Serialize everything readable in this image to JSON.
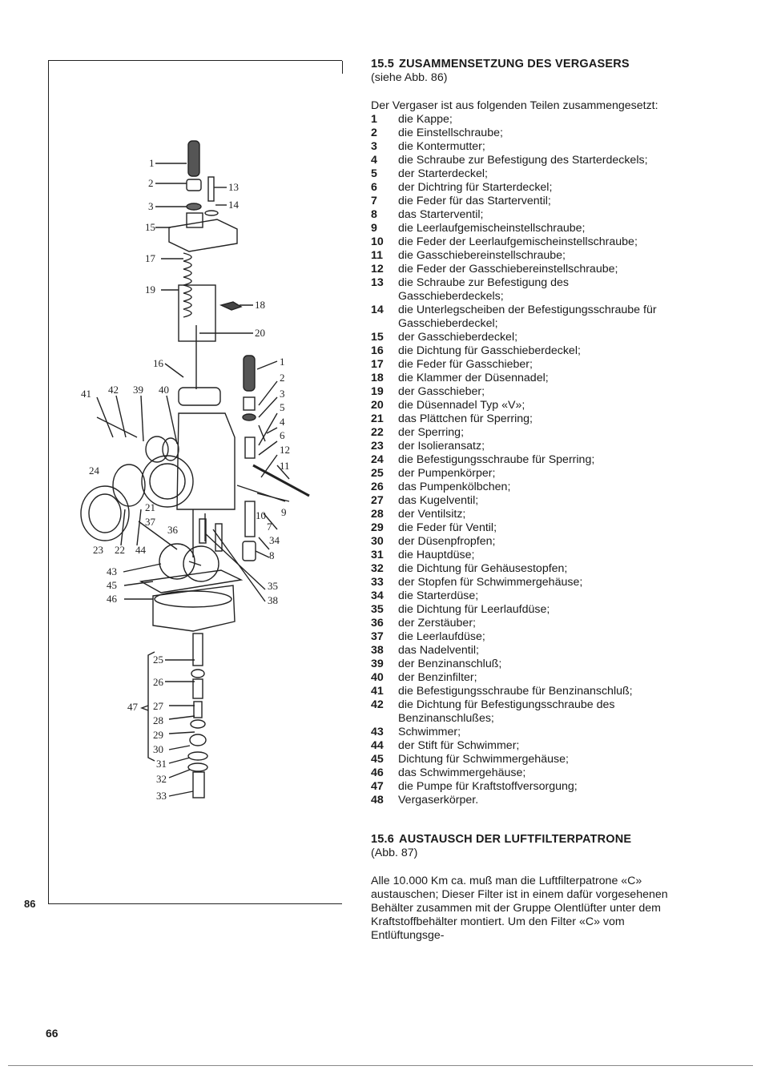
{
  "figure": {
    "number": "86",
    "labels": [
      "1",
      "2",
      "3",
      "15",
      "17",
      "19",
      "13",
      "14",
      "18",
      "20",
      "16",
      "41",
      "42",
      "39",
      "40",
      "24",
      "21",
      "37",
      "36",
      "23",
      "22",
      "44",
      "43",
      "45",
      "46",
      "1",
      "2",
      "3",
      "5",
      "4",
      "6",
      "12",
      "11",
      "10",
      "9",
      "7",
      "34",
      "8",
      "35",
      "38",
      "25",
      "26",
      "27",
      "28",
      "29",
      "30",
      "31",
      "32",
      "33",
      "47"
    ]
  },
  "page_number": "66",
  "section1": {
    "number": "15.5",
    "title": "ZUSAMMENSETZUNG DES VERGASERS",
    "subref": "(siehe Abb. 86)",
    "intro": "Der Vergaser ist aus folgenden Teilen zusammengesetzt:",
    "parts": [
      {
        "n": "1",
        "t": "die Kappe;"
      },
      {
        "n": "2",
        "t": "die Einstellschraube;"
      },
      {
        "n": "3",
        "t": "die Kontermutter;"
      },
      {
        "n": "4",
        "t": "die Schraube zur Befestigung des Starterdeckels;"
      },
      {
        "n": "5",
        "t": "der Starterdeckel;"
      },
      {
        "n": "6",
        "t": "der Dichtring für Starterdeckel;"
      },
      {
        "n": "7",
        "t": "die Feder für das Starterventil;"
      },
      {
        "n": "8",
        "t": "das Starterventil;"
      },
      {
        "n": "9",
        "t": "die Leerlaufgemischeinstellschraube;"
      },
      {
        "n": "10",
        "t": "die Feder der Leerlaufgemischeinstellschraube;"
      },
      {
        "n": "11",
        "t": "die Gasschiebereinstellschraube;"
      },
      {
        "n": "12",
        "t": "die Feder der Gasschiebereinstellschraube;"
      },
      {
        "n": "13",
        "t": "die Schraube zur Befestigung des Gasschieberdeckels;"
      },
      {
        "n": "14",
        "t": "die Unterlegscheiben der Befestigungsschraube für Gasschieberdeckel;"
      },
      {
        "n": "15",
        "t": "der Gasschieberdeckel;"
      },
      {
        "n": "16",
        "t": "die Dichtung für Gasschieberdeckel;"
      },
      {
        "n": "17",
        "t": "die Feder für Gasschieber;"
      },
      {
        "n": "18",
        "t": "die Klammer der Düsennadel;"
      },
      {
        "n": "19",
        "t": "der Gasschieber;"
      },
      {
        "n": "20",
        "t": "die Düsennadel Typ «V»;"
      },
      {
        "n": "21",
        "t": "das Plättchen für Sperring;"
      },
      {
        "n": "22",
        "t": "der Sperring;"
      },
      {
        "n": "23",
        "t": "der Isolieransatz;"
      },
      {
        "n": "24",
        "t": "die Befestigungsschraube für Sperring;"
      },
      {
        "n": "25",
        "t": "der Pumpenkörper;"
      },
      {
        "n": "26",
        "t": "das Pumpenkölbchen;"
      },
      {
        "n": "27",
        "t": "das Kugelventil;"
      },
      {
        "n": "28",
        "t": "der Ventilsitz;"
      },
      {
        "n": "29",
        "t": "die Feder für Ventil;"
      },
      {
        "n": "30",
        "t": "der Düsenpfropfen;"
      },
      {
        "n": "31",
        "t": "die Hauptdüse;"
      },
      {
        "n": "32",
        "t": "die Dichtung für Gehäusestopfen;"
      },
      {
        "n": "33",
        "t": "der Stopfen für Schwimmergehäuse;"
      },
      {
        "n": "34",
        "t": "die Starterdüse;"
      },
      {
        "n": "35",
        "t": "die Dichtung für Leerlaufdüse;"
      },
      {
        "n": "36",
        "t": "der Zerstäuber;"
      },
      {
        "n": "37",
        "t": "die Leerlaufdüse;"
      },
      {
        "n": "38",
        "t": "das Nadelventil;"
      },
      {
        "n": "39",
        "t": "der Benzinanschluß;"
      },
      {
        "n": "40",
        "t": "der Benzinfilter;"
      },
      {
        "n": "41",
        "t": "die Befestigungsschraube für Benzinanschluß;"
      },
      {
        "n": "42",
        "t": "die Dichtung für Befestigungsschraube des Benzinanschlußes;"
      },
      {
        "n": "43",
        "t": "Schwimmer;"
      },
      {
        "n": "44",
        "t": "der Stift für Schwimmer;"
      },
      {
        "n": "45",
        "t": "Dichtung für Schwimmergehäuse;"
      },
      {
        "n": "46",
        "t": "das Schwimmergehäuse;"
      },
      {
        "n": "47",
        "t": "die Pumpe für Kraftstoffversorgung;"
      },
      {
        "n": "48",
        "t": "Vergaserkörper."
      }
    ]
  },
  "section2": {
    "number": "15.6",
    "title": "AUSTAUSCH DER LUFTFILTERPATRONE",
    "subref": "(Abb. 87)",
    "body": "Alle 10.000 Km ca. muß man die Luftfilterpatrone «C» austauschen; Dieser Filter ist in einem dafür vorgesehenen Behälter zusammen mit der Gruppe Olentlüfter unter dem Kraftstoffbehälter montiert. Um den Filter «C» vom Entlüftungsge-"
  }
}
